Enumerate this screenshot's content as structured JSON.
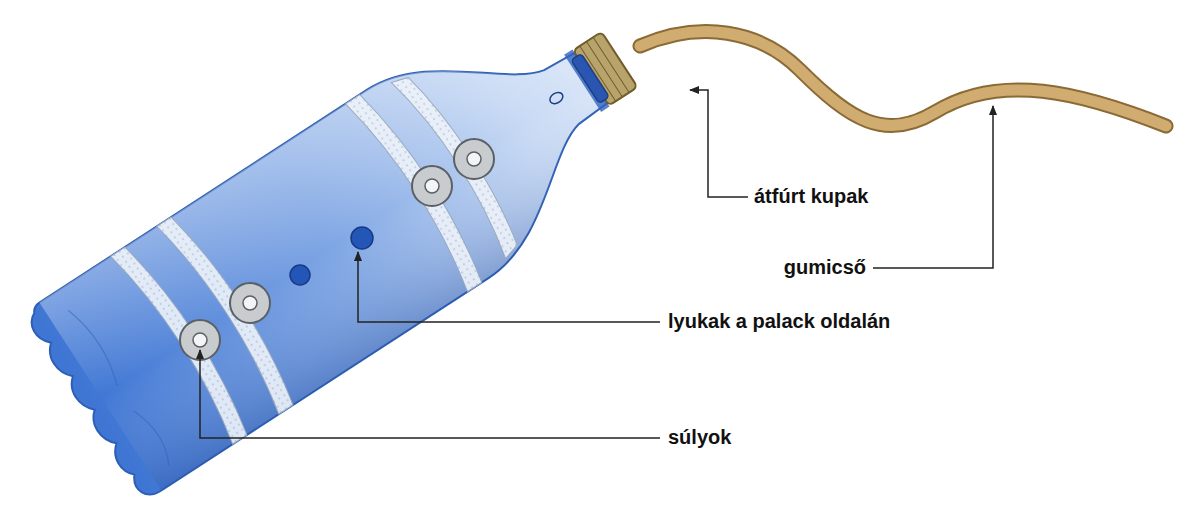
{
  "diagram": {
    "labels": [
      "átfúrt kupak",
      "gumicső",
      "lyukak a palack oldalán",
      "súlyok"
    ]
  }
}
